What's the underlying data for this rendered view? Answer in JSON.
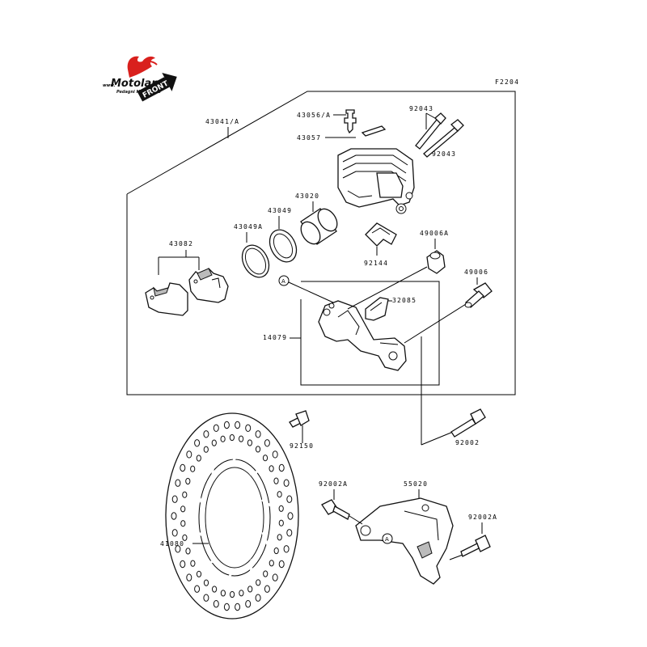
{
  "brand": {
    "name": "Motoland",
    "prefix": "www.",
    "tagline": "Pedagni Moto d.o.o",
    "brand_color": "#d9201d"
  },
  "front_tag": "FRONT",
  "figure_code": "F2204",
  "reference_mark": "A",
  "part_numbers": {
    "p43041": "43041/A",
    "p43056": "43056/A",
    "p43057": "43057",
    "p92043a": "92043",
    "p92043b": "92043",
    "p43020": "43020",
    "p43049": "43049",
    "p43049a": "43049A",
    "p43082": "43082",
    "p92144": "92144",
    "p49006a": "49006A",
    "p49006": "49006",
    "p32085": "32085",
    "p14079": "14079",
    "p92150": "92150",
    "p92002": "92002",
    "p92002a1": "92002A",
    "p55020": "55020",
    "p92002a2": "92002A",
    "p41080": "41080"
  },
  "icons": [
    "motoland-logo-icon",
    "front-arrow-icon"
  ]
}
